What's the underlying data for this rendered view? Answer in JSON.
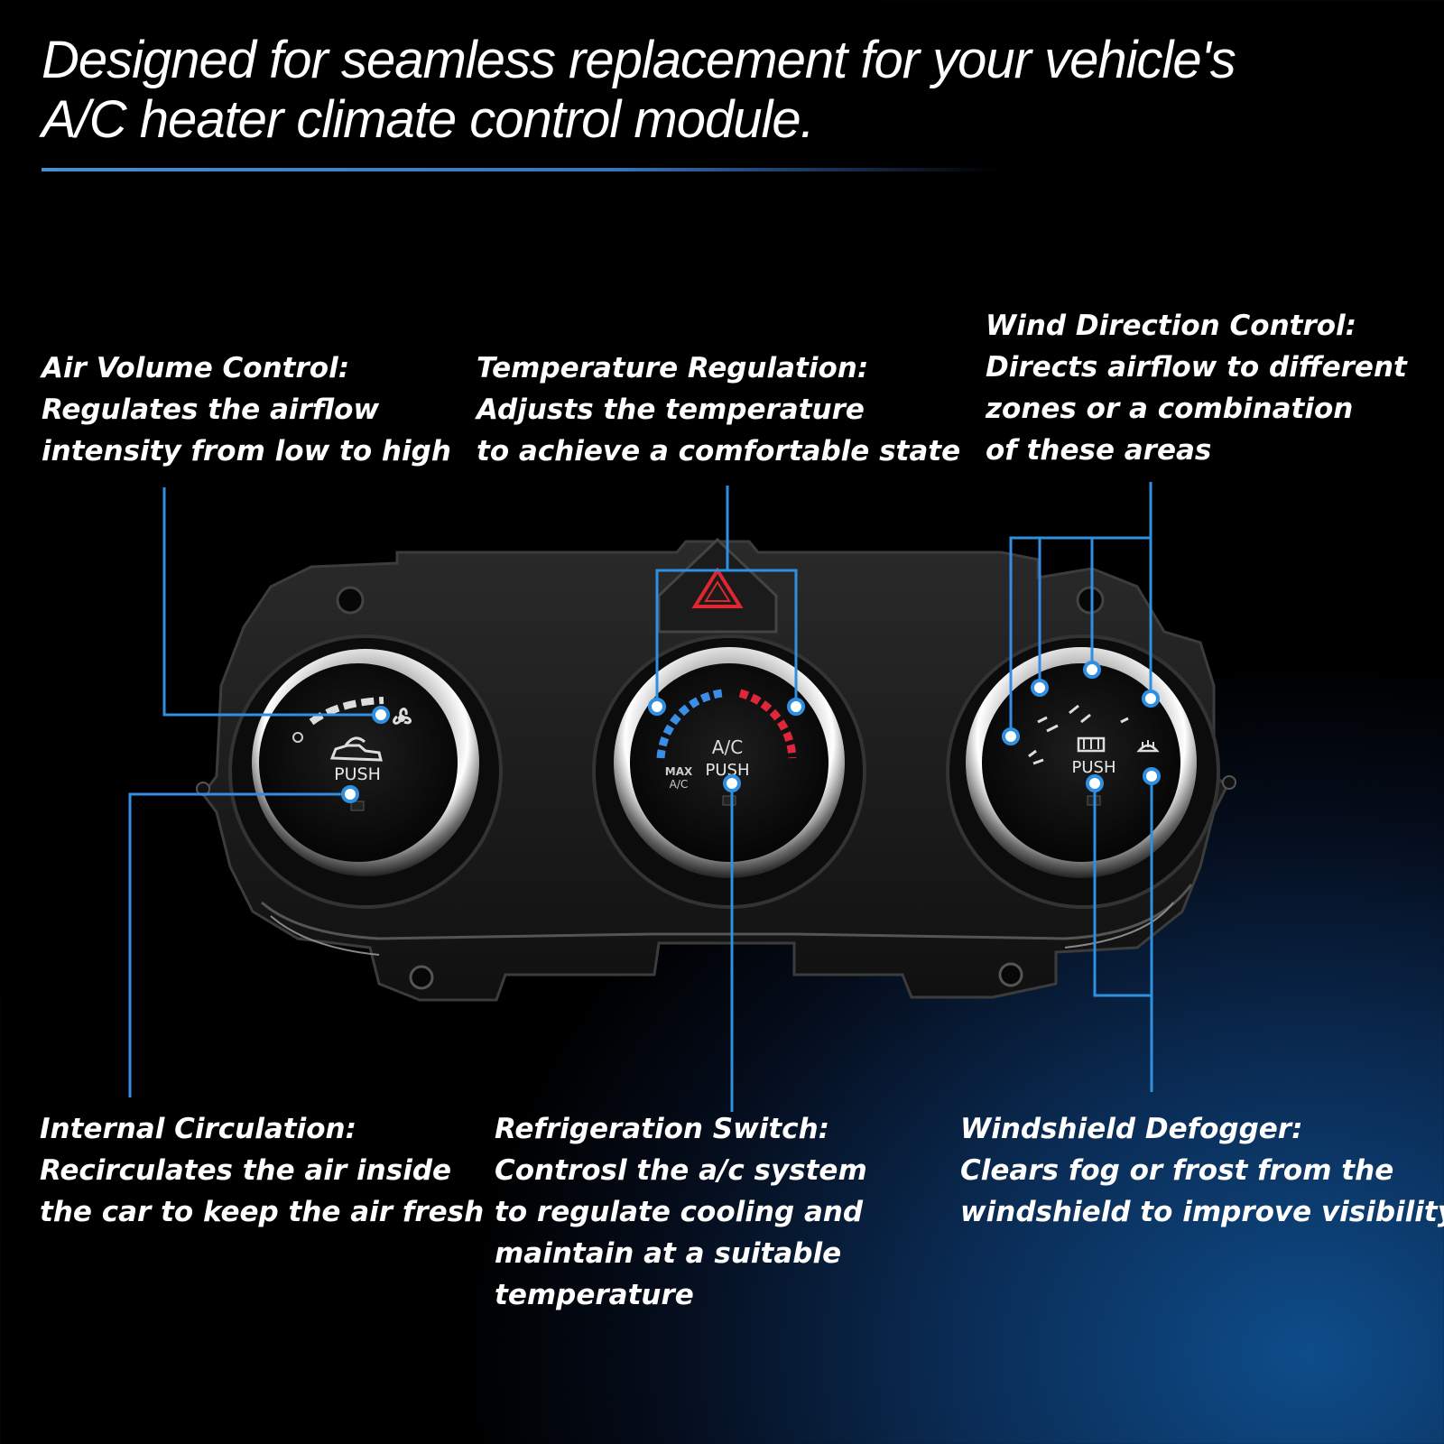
{
  "headline": {
    "line1": "Designed for seamless replacement for your vehicle's",
    "line2": "A/C heater climate control module."
  },
  "features": {
    "air_volume": {
      "title": "Air Volume Control:",
      "line1": "Regulates the airflow",
      "line2": "intensity from low to high"
    },
    "temperature": {
      "title": "Temperature Regulation:",
      "line1": "Adjusts the temperature",
      "line2": "to achieve a comfortable state"
    },
    "wind_direction": {
      "title": "Wind Direction Control:",
      "line1": "Directs airflow to different",
      "line2": "zones or a combination",
      "line3": "of these areas"
    },
    "internal_circulation": {
      "title": "Internal Circulation:",
      "line1": "Recirculates the air inside",
      "line2": "the car to keep the air fresh"
    },
    "refrigeration": {
      "title": "Refrigeration Switch:",
      "line1": "Controsl the a/c system",
      "line2": "to regulate cooling and",
      "line3": "maintain at a suitable",
      "line4": "temperature"
    },
    "defogger": {
      "title": "Windshield Defogger:",
      "line1": "Clears fog or frost from the",
      "line2": "windshield to improve visibility"
    }
  },
  "knobs": {
    "left_label": "PUSH",
    "middle_top_label": "A/C",
    "middle_label": "PUSH",
    "max_ac_line1": "MAX",
    "max_ac_line2": "A/C",
    "right_label": "PUSH"
  },
  "colors": {
    "callout_line": "#2f8fe0",
    "cold_scale": "#3a8ee6",
    "hot_scale": "#e0263a",
    "hazard": "#e0262e"
  },
  "icons": [
    "fan-icon",
    "recirculation-car-icon",
    "hazard-triangle-icon",
    "rear-defrost-icon",
    "windshield-defrost-icon"
  ]
}
